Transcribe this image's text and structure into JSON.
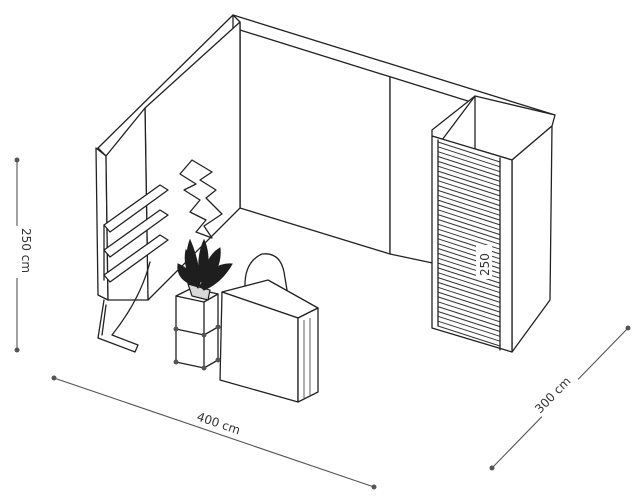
{
  "dimensions": {
    "height": "250 cm",
    "width": "400 cm",
    "depth": "300 cm",
    "cabin_height": "250"
  },
  "colors": {
    "line": "#222222",
    "dimension": "#555555",
    "panel_dark": "#1e1e1e"
  }
}
